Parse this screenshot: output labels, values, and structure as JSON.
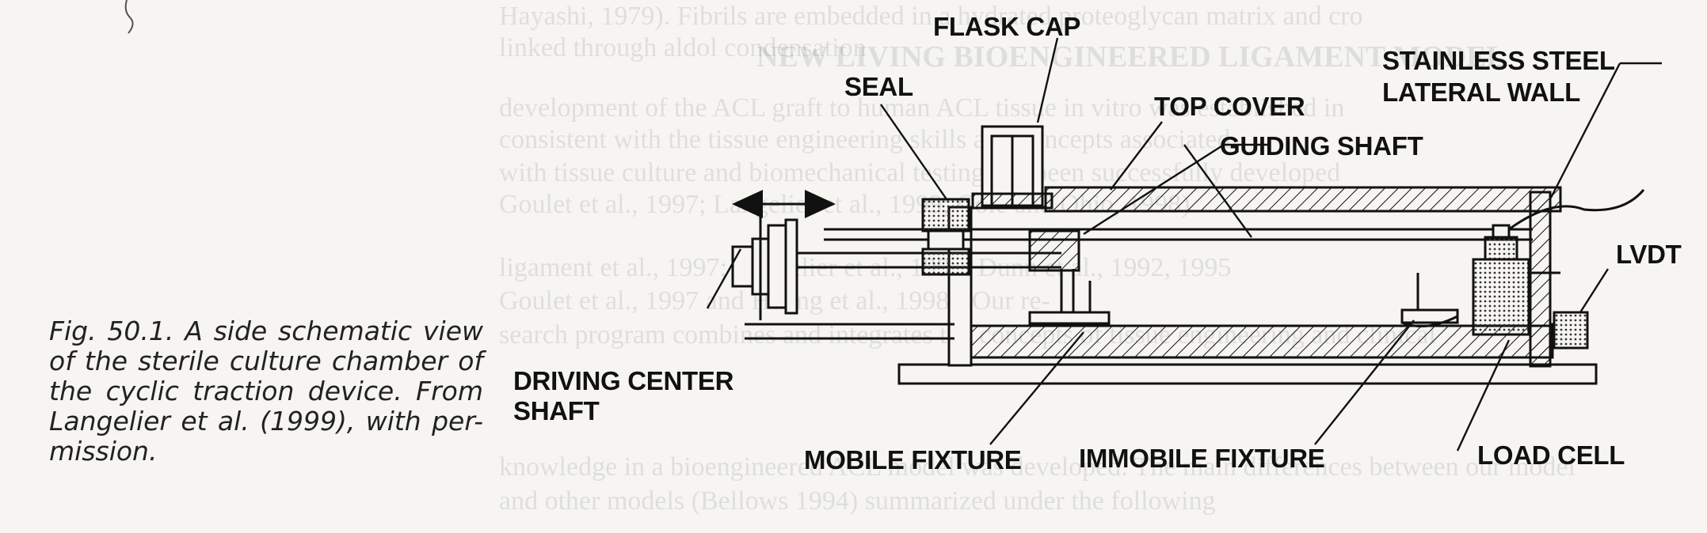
{
  "caption": "Fig. 50.1. A side schematic view of the sterile culture chamber of the cyclic traction device. From Langelier et al. (1999), with per- mission.",
  "labels": {
    "flask_cap": "FLASK CAP",
    "seal": "SEAL",
    "top_cover": "TOP COVER",
    "guiding_shaft": "GUIDING SHAFT",
    "stainless_line1": "STAINLESS STEEL",
    "stainless_line2": "LATERAL WALL",
    "lvdt": "LVDT",
    "driving_line1": "DRIVING CENTER",
    "driving_line2": "SHAFT",
    "mobile_fixture": "MOBILE FIXTURE",
    "immobile_fixture": "IMMOBILE FIXTURE",
    "load_cell": "LOAD CELL"
  },
  "show_through_text": {
    "line1": "Hayashi, 1979). Fibrils are embedded in a hydrated proteoglycan matrix and cro",
    "line2": "linked through aldol condensation",
    "line3": "NEW LIVING BIOENGINEERED LIGAMENT MODEL",
    "line4": "development of the ACL graft to human ACL tissue in vitro was established in",
    "line5": "consistent with the tissue engineering skills and concepts associated",
    "line6": "with tissue culture and biomechanical testing has been successfully developed",
    "line7": "Goulet et al., 1997; Langelier et al., 1999; Cole and Ohio, 1998)",
    "line8": "ligament et al., 1997; Langelier et al., 1999; Dunn et al., 1992, 1995",
    "line9": "Goulet et al., 1997 and Huang et al., 1998). Our re-",
    "line10": "search program combines and integrates the concepts of tissue engineering and clinical",
    "line11": "knowledge in a bioengineered ACL model was developed. The main differences between our model",
    "line12": "and other models (Bellows 1994) summarized under the following"
  }
}
